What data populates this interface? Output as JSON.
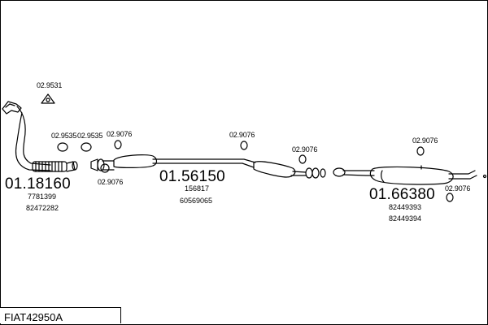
{
  "diagram": {
    "code": "FIAT42950A",
    "parts": {
      "front_pipe": {
        "number": "01.18160",
        "refs": [
          "7781399",
          "82472282"
        ]
      },
      "center_muffler": {
        "number": "01.56150",
        "refs": [
          "156817",
          "60569065"
        ]
      },
      "rear_muffler": {
        "number": "01.66380",
        "refs": [
          "82449393",
          "82449394"
        ]
      }
    },
    "fittings": {
      "gasket_top": "02.9531",
      "gasket_a": "02.9535",
      "gasket_b": "02.9535",
      "clamp_1": "02.9076",
      "clamp_2": "02.9076",
      "clamp_3": "02.9076",
      "clamp_4": "02.9076",
      "clamp_5": "02.9076",
      "clamp_6": "02.9076"
    }
  }
}
